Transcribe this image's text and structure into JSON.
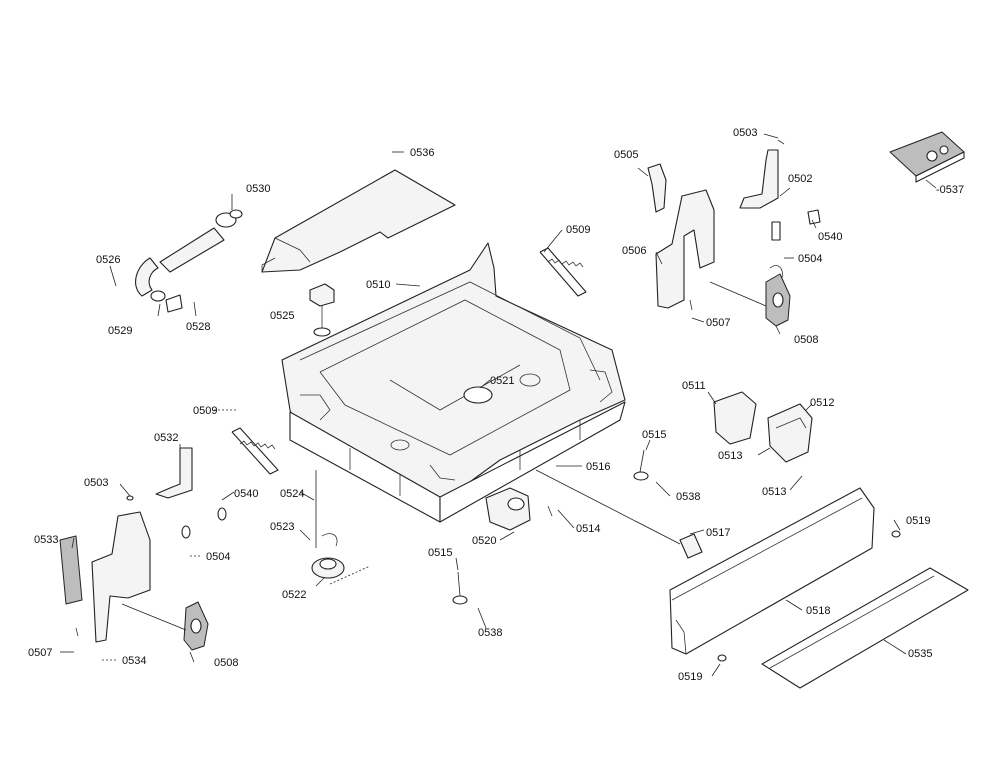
{
  "colors": {
    "line": "#222222",
    "background": "#ffffff"
  },
  "callouts": {
    "c0503a": "0503",
    "c0505": "0505",
    "c0502": "0502",
    "c0537": "-0537",
    "c0536": "0536",
    "c0530": "0530",
    "c0526": "0526",
    "c0529": "0529",
    "c0528": "0528",
    "c0525": "0525",
    "c0510": "0510",
    "c0509a": "0509",
    "c0506": "0506",
    "c0540a": "0540",
    "c0504a": "0504",
    "c0507a": "0507",
    "c0508a": "0508",
    "c0521": "0521",
    "c0509b": "0509",
    "c0532": "0532",
    "c0511": "0511",
    "c0512": "0512",
    "c0513a": "0513",
    "c0515a": "0515",
    "c0516": "0516",
    "c0538a": "0538",
    "c0513b": "0513",
    "c0503b": "0503",
    "c0540b": "0540",
    "c0524": "0524",
    "c0523": "0523",
    "c0533": "0533",
    "c0504b": "0504",
    "c0514": "0514",
    "c0520": "0520",
    "c0517": "0517",
    "c0519a": "0519",
    "c0522": "0522",
    "c0515b": "0515",
    "c0518": "0518",
    "c0538b": "0538",
    "c0507b": "0507",
    "c0534": "0534",
    "c0508b": "0508",
    "c0535": "0535",
    "c0519b": "0519"
  }
}
